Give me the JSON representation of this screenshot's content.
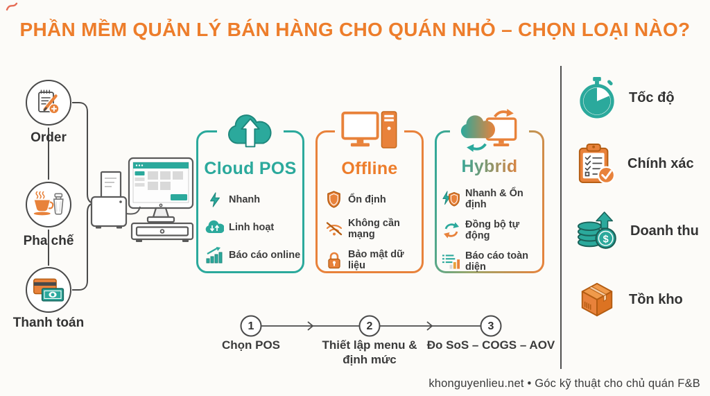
{
  "title": "PHẦN MỀM QUẢN LÝ BÁN HÀNG CHO QUÁN NHỎ – CHỌN LOẠI NÀO?",
  "colors": {
    "accent_orange": "#ED7D2B",
    "accent_teal": "#2BA99C",
    "text_dark": "#3b3b3b",
    "background": "#fcfbf8"
  },
  "workflow": {
    "steps": [
      {
        "icon": "order-notepad-icon",
        "label": "Order"
      },
      {
        "icon": "coffee-shaker-icon",
        "label": "Pha chế"
      },
      {
        "icon": "payment-icon",
        "label": "Thanh toán"
      }
    ]
  },
  "cards": [
    {
      "title": "Cloud POS",
      "icon": "cloud-upload-icon",
      "features": [
        {
          "icon": "lightning-icon",
          "label": "Nhanh"
        },
        {
          "icon": "cloud-flexible-icon",
          "label": "Linh hoạt"
        },
        {
          "icon": "chart-growth-icon",
          "label": "Báo cáo online"
        }
      ]
    },
    {
      "title": "Offline",
      "icon": "desktop-computer-icon",
      "features": [
        {
          "icon": "shield-icon",
          "label": "Ổn định"
        },
        {
          "icon": "no-wifi-icon",
          "label": "Không cần mạng"
        },
        {
          "icon": "padlock-icon",
          "label": "Bảo mật dữ liệu"
        }
      ]
    },
    {
      "title": "Hybrid",
      "icon": "cloud-monitor-sync-icon",
      "features": [
        {
          "icon": "lightning-shield-icon",
          "label": "Nhanh & Ổn định"
        },
        {
          "icon": "sync-arrows-icon",
          "label": "Đồng bộ tự động"
        },
        {
          "icon": "report-chart-icon",
          "label": "Báo cáo toàn diện"
        }
      ]
    }
  ],
  "timeline": [
    {
      "number": "1",
      "label": "Chọn POS"
    },
    {
      "number": "2",
      "label": "Thiết lập menu & định mức"
    },
    {
      "number": "3",
      "label": "Đo SoS – COGS – AOV"
    }
  ],
  "benefits": [
    {
      "icon": "stopwatch-icon",
      "label": "Tốc độ"
    },
    {
      "icon": "clipboard-check-icon",
      "label": "Chính xác"
    },
    {
      "icon": "coins-growth-icon",
      "label": "Doanh thu",
      "glyph": "$"
    },
    {
      "icon": "box-icon",
      "label": "Tồn kho"
    }
  ],
  "footer": {
    "text": "khonguyenlieu.net • Góc kỹ thuật cho chủ quán F&B"
  }
}
